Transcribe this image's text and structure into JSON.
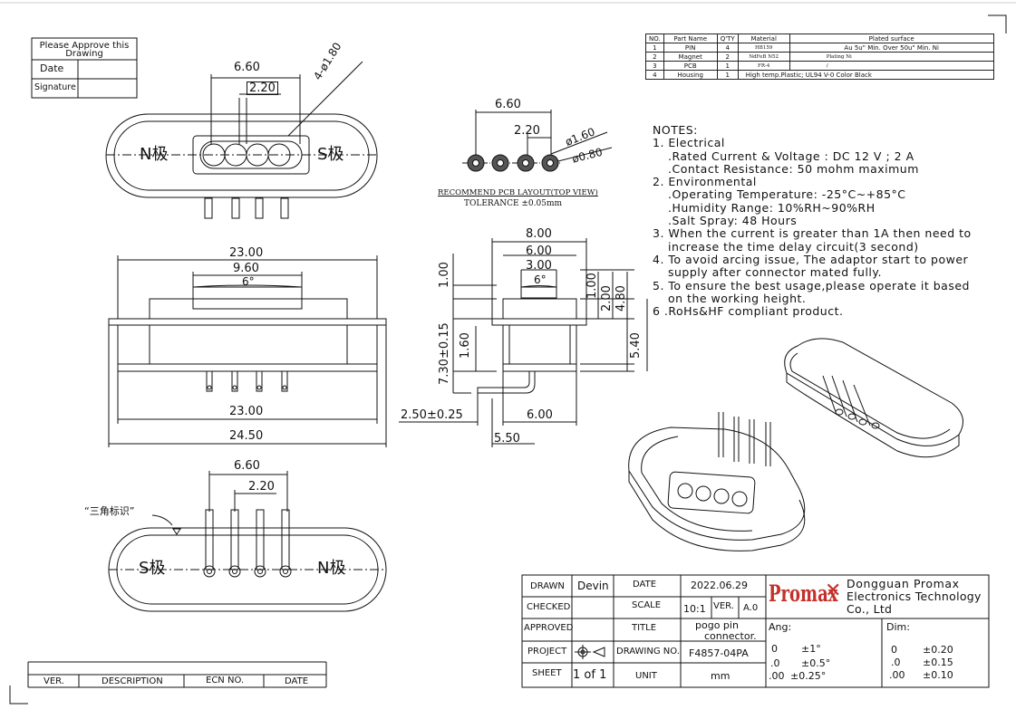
{
  "approval": {
    "title_line1": "Please Approve this",
    "title_line2": "Drawing",
    "date_label": "Date",
    "signature_label": "Signature"
  },
  "bom": {
    "headers": [
      "NO.",
      "Part Name",
      "Q'TY",
      "Material",
      "Plated surface"
    ],
    "rows": [
      [
        "1",
        "PIN",
        "4",
        "HB159",
        "Au 5u\" Min. Over 50u\" Min. Ni"
      ],
      [
        "2",
        "Magnet",
        "2",
        "NdFeB N52",
        "Plating Ni"
      ],
      [
        "3",
        "PCB",
        "1",
        "FR-4",
        "/"
      ],
      [
        "4",
        "Housing",
        "1",
        "High temp.Plastic; UL94 V-0 Color Black",
        ""
      ]
    ]
  },
  "notes": {
    "title": "NOTES:",
    "lines": [
      {
        "text": "1. Electrical",
        "indent": false
      },
      {
        "text": ".Rated Current & Voltage : DC 12 V ; 2 A",
        "indent": true
      },
      {
        "text": ".Contact Resistance: 50 mohm maximum",
        "indent": true
      },
      {
        "text": "2. Environmental",
        "indent": false
      },
      {
        "text": ".Operating Temperature: -25°C~+85°C",
        "indent": true
      },
      {
        "text": ".Humidity Range: 10%RH~90%RH",
        "indent": true
      },
      {
        "text": ".Salt Spray: 48 Hours",
        "indent": true
      },
      {
        "text": "3. When the current is greater than 1A then need to",
        "indent": false
      },
      {
        "text": "increase the time delay circuit(3 second)",
        "indent": true
      },
      {
        "text": "4. To avoid arcing issue, The adaptor start to power",
        "indent": false
      },
      {
        "text": "supply after connector mated fully.",
        "indent": true
      },
      {
        "text": "5. To ensure the best usage,please operate it based",
        "indent": false
      },
      {
        "text": "on the working height.",
        "indent": true
      },
      {
        "text": "6 .RoHs&HF compliant product.",
        "indent": false
      }
    ]
  },
  "top_view": {
    "dim_pitch_total": "6.60",
    "dim_pitch": "2.20",
    "dim_hole": "4-ø1.80",
    "label_n": "N极",
    "label_s": "S极"
  },
  "pcb_layout": {
    "dim_total": "6.60",
    "dim_pitch": "2.20",
    "dim_outer": "ø1.60",
    "dim_inner": "ø0.80",
    "caption1": "RECOMMEND PCB LAYOUT(TOP VIEW)",
    "caption2": "TOLERANCE ±0.05mm"
  },
  "front_view": {
    "dim_top": "23.00",
    "dim_mid": "9.60",
    "dim_angle": "6°",
    "dim_bottom": "23.00",
    "dim_total": "24.50"
  },
  "side_view": {
    "dim_a": "8.00",
    "dim_b": "6.00",
    "dim_c": "3.00",
    "dim_angle": "6°",
    "dim_h1": "1.00",
    "dim_h2": "7.30±0.15",
    "dim_h3": "1.60",
    "dim_r1": "1.00",
    "dim_r2": "2.00",
    "dim_r3": "4.80",
    "dim_r4": "5.40",
    "dim_offset": "2.50±0.25",
    "dim_width": "6.00",
    "dim_foot": "5.50"
  },
  "bottom_view": {
    "dim_total": "6.60",
    "dim_pitch": "2.20",
    "triangle_label": "“三角标识”",
    "label_s": "S极",
    "label_n": "N极"
  },
  "revision": {
    "ver": "VER.",
    "description": "DESCRIPTION",
    "ecn": "ECN NO.",
    "date": "DATE"
  },
  "title_block": {
    "drawn_label": "DRAWN",
    "drawn_value": "Devin",
    "date_label": "DATE",
    "date_value": "2022.06.29",
    "checked_label": "CHECKED",
    "scale_label": "SCALE",
    "scale_value": "10:1",
    "ver_label": "VER.",
    "ver_value": "A.0",
    "approved_label": "APPROVED",
    "title_label": "TITLE",
    "title_value1": "pogo pin",
    "title_value2": "connector.",
    "project_label": "PROJECT",
    "drawing_no_label": "DRAWING NO.",
    "drawing_no_value": "F4857-04PA",
    "sheet_label": "SHEET",
    "sheet_value": "1 of 1",
    "unit_label": "UNIT",
    "unit_value": "mm",
    "company_logo": "Promax",
    "company_line1": "Dongguan Promax",
    "company_line2": "Electronics Technology",
    "company_line3": "Co., Ltd",
    "ang_label": "Ang:",
    "dim_label": "Dim:",
    "ang_rows": [
      [
        "0",
        "±1°"
      ],
      [
        ".0",
        "±0.5°"
      ],
      [
        ".00",
        "±0.25°"
      ]
    ],
    "dim_rows": [
      [
        "0",
        "±0.20"
      ],
      [
        ".0",
        "±0.15"
      ],
      [
        ".00",
        "±0.10"
      ]
    ]
  }
}
